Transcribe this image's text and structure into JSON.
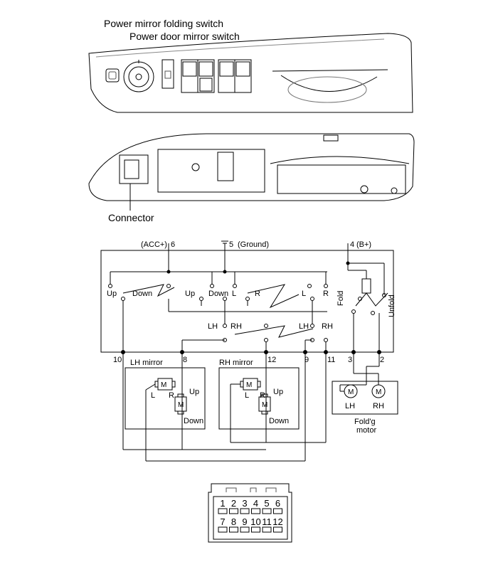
{
  "callouts": {
    "folding_switch": "Power mirror folding switch",
    "mirror_switch": "Power door mirror switch",
    "connector": "Connector"
  },
  "schematic": {
    "pin_labels_top": {
      "acc": "(ACC+)",
      "pin6": "6",
      "pin5": "5",
      "ground": "(Ground)",
      "pin4": "4",
      "bplus": "(B+)"
    },
    "switch_labels": {
      "up1": "Up",
      "down1": "Down",
      "up2": "Up",
      "down2": "Down",
      "l1": "L",
      "r1": "R",
      "l2": "L",
      "r2": "R",
      "fold": "Fold",
      "unfold": "Unfold",
      "lh1": "LH",
      "rh1": "RH",
      "lh2": "LH",
      "rh2": "RH"
    },
    "pin_labels_bottom": {
      "p10": "10",
      "p8": "8",
      "p12": "12",
      "p9": "9",
      "p11": "11",
      "p3": "3",
      "p2": "2"
    },
    "lh_mirror": {
      "title": "LH mirror",
      "motor": "M",
      "l": "L",
      "r": "R",
      "up": "Up",
      "down": "Down"
    },
    "rh_mirror": {
      "title": "RH mirror",
      "motor": "M",
      "l": "L",
      "r": "R",
      "up": "Up",
      "down": "Down"
    },
    "fold_motor": {
      "title_line1": "Fold'g",
      "title_line2": "motor",
      "motor": "M",
      "lh": "LH",
      "rh": "RH"
    }
  },
  "connector_pins": {
    "row1": [
      "1",
      "2",
      "3",
      "4",
      "5",
      "6"
    ],
    "row2": [
      "7",
      "8",
      "9",
      "10",
      "11",
      "12"
    ]
  }
}
